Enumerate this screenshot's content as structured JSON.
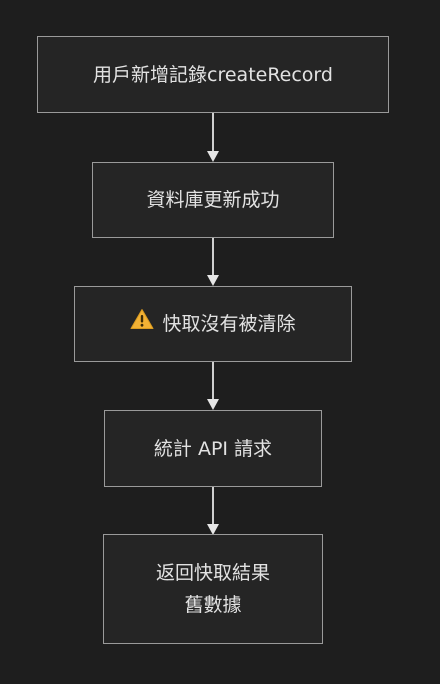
{
  "nodes": [
    {
      "id": "n1",
      "lines": [
        "用戶新增記錄createRecord"
      ]
    },
    {
      "id": "n2",
      "lines": [
        "資料庫更新成功"
      ]
    },
    {
      "id": "n3",
      "lines": [
        "快取沒有被清除"
      ],
      "icon": "warning-icon"
    },
    {
      "id": "n4",
      "lines": [
        "統計 API 請求"
      ]
    },
    {
      "id": "n5",
      "lines": [
        "返回快取結果",
        "舊數據"
      ]
    }
  ],
  "edges": [
    {
      "from": "n1",
      "to": "n2"
    },
    {
      "from": "n2",
      "to": "n3"
    },
    {
      "from": "n3",
      "to": "n4"
    },
    {
      "from": "n4",
      "to": "n5"
    }
  ],
  "colors": {
    "background": "#1e1e1e",
    "node_fill": "#252525",
    "node_border": "#9a9a9a",
    "text": "#e2e2e2",
    "edge": "#cfcfcf",
    "warning": "#f2b134"
  }
}
